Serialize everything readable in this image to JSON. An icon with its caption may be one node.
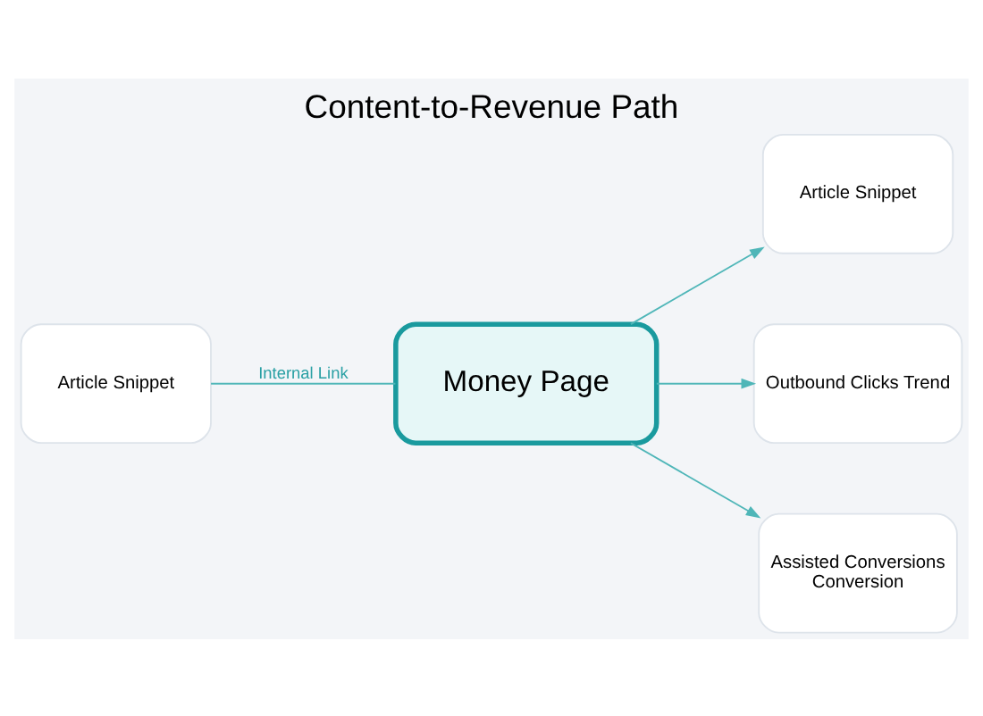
{
  "diagram": {
    "title": "Content-to-Revenue Path",
    "nodes": [
      {
        "text": [
          "Article Snippet"
        ]
      },
      {
        "text": [
          "Article Snippet"
        ]
      },
      {
        "text": [
          "Money Page"
        ]
      },
      {
        "text": [
          "Outbound Clicks Trend"
        ]
      },
      {
        "text": [
          "Assisted Conversions",
          "Conversion"
        ]
      }
    ],
    "edges": [
      {
        "from": 0,
        "to": 2,
        "arrow": "none",
        "label": "Internal Link"
      },
      {
        "from": 2,
        "to": 1,
        "arrow": "to"
      },
      {
        "from": 2,
        "to": 3,
        "arrow": "to"
      },
      {
        "from": 2,
        "to": 4,
        "arrow": "to"
      }
    ]
  }
}
